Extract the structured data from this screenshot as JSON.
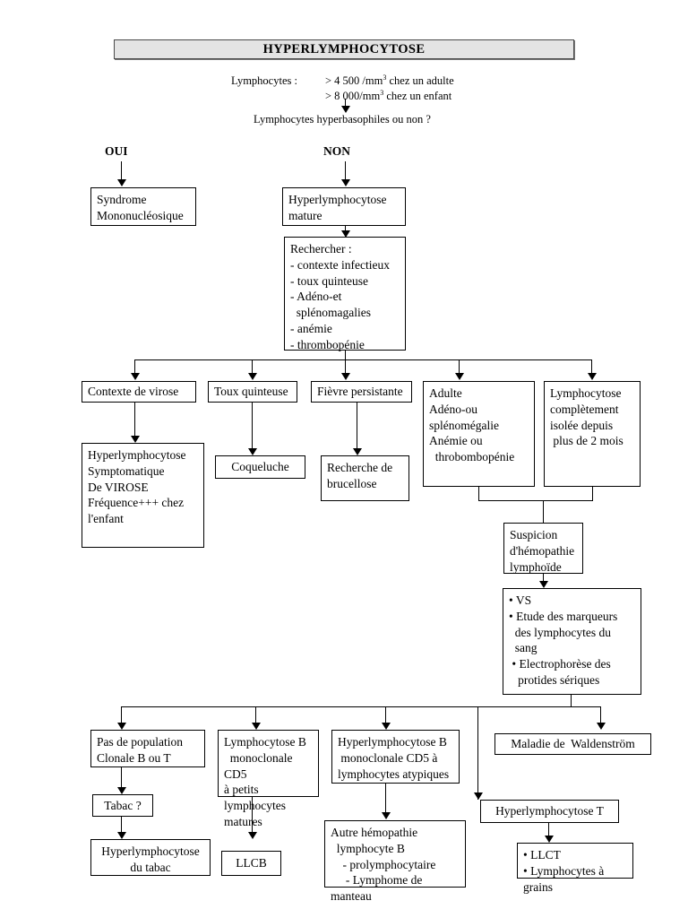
{
  "title": "HYPERLYMPHOCYTOSE",
  "intro": {
    "label": "Lymphocytes :",
    "threshold_adult_pre": "> 4 500 /mm",
    "threshold_adult_sup": "3",
    "threshold_adult_post": " chez un adulte",
    "threshold_child_pre": "> 8 000/mm",
    "threshold_child_sup": "3",
    "threshold_child_post": " chez un enfant",
    "question": "Lymphocytes hyperbasophiles ou non ?"
  },
  "branches": {
    "yes_label": "OUI",
    "no_label": "NON"
  },
  "nodes": {
    "syndrome_mononucleosique": "Syndrome\nMononucléosique",
    "hyperlympho_mature": "Hyperlymphocytose\nmature",
    "rechercher": "Rechercher :\n- contexte infectieux\n- toux quinteuse\n- Adéno-et\n  splénomagalies\n- anémie\n- thrombopénie",
    "contexte_virose": "Contexte de virose",
    "toux_quinteuse": "Toux quinteuse",
    "fievre_persistante": "Fièvre persistante",
    "adulte_signes": "Adulte\nAdéno-ou\nsplénomégalie\nAnémie ou\n  throbombopénie",
    "lympho_isolee": "Lymphocytose\ncomplètement\nisolée depuis\n plus de 2 mois",
    "hyperlympho_virose": "Hyperlymphocytose\nSymptomatique\nDe VIROSE\nFréquence+++ chez\nl'enfant",
    "coqueluche": "Coqueluche",
    "recherche_brucellose": "Recherche de\nbrucellose",
    "suspicion_hemopathie": "Suspicion\nd'hémopathie\nlymphoïde",
    "bilan_marqueurs": "• VS\n• Etude des marqueurs\n  des lymphocytes du\n  sang\n • Electrophorèse des\n   protides sériques",
    "pas_population_clonale": "Pas de population\nClonale B ou T",
    "lympho_b_cd5_matures": "Lymphocytose B\n  monoclonale CD5\nà petits lymphocytes\nmatures",
    "hyperlympho_b_cd5_atypiques": "Hyperlymphocytose B\n monoclonale CD5 à\nlymphocytes atypiques",
    "maladie_waldenstrom": "Maladie de  Waldenström",
    "tabac": "Tabac ?",
    "hyperlympho_tabac": "Hyperlymphocytose\ndu tabac",
    "llcb": "LLCB",
    "autre_hemopathie_b": "Autre hémopathie\n  lymphocyte B\n    - prolymphocytaire\n     - Lymphome de manteau",
    "hyperlympho_t": "Hyperlymphocytose T",
    "llct_grains": "• LLCT\n• Lymphocytes à grains"
  },
  "colors": {
    "banner_fill": "#e4e4e4",
    "border": "#000000",
    "background": "#ffffff"
  }
}
